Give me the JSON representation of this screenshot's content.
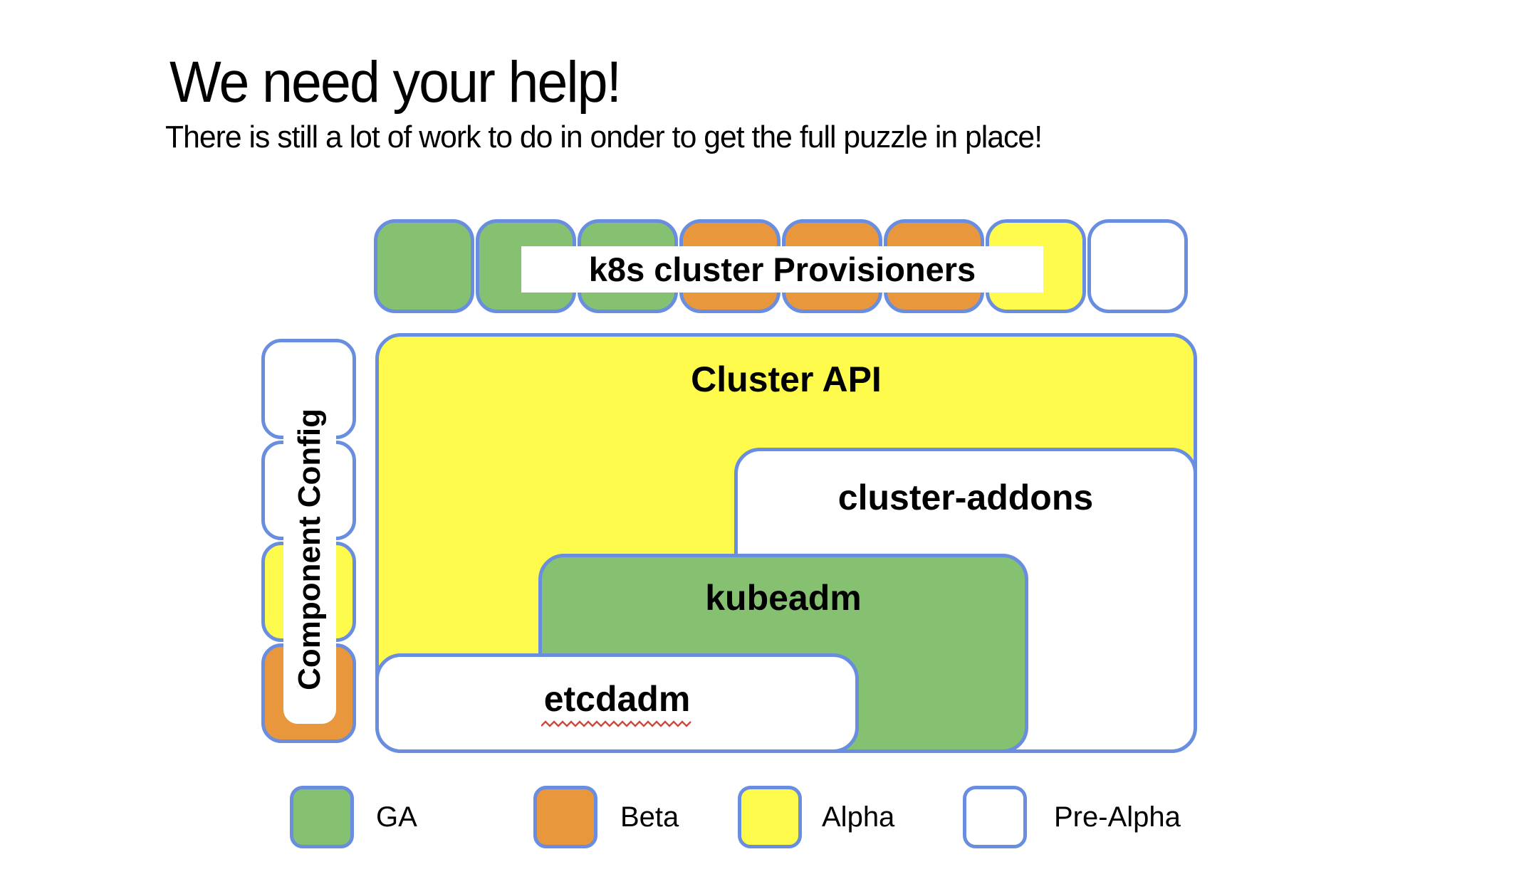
{
  "title": "We need your help!",
  "subtitle": "There is still a lot of work to do in onder to get the full puzzle in place!",
  "colors": {
    "ga": "#85C171",
    "beta": "#E9973C",
    "alpha": "#FFFB4D",
    "pre_alpha": "#FFFFFF",
    "border": "#6A8EDF",
    "squiggle": "#CE4A3F"
  },
  "provisioners": {
    "label": "k8s cluster Provisioners",
    "tiles": [
      {
        "status": "ga"
      },
      {
        "status": "ga"
      },
      {
        "status": "ga"
      },
      {
        "status": "beta"
      },
      {
        "status": "beta"
      },
      {
        "status": "beta"
      },
      {
        "status": "alpha"
      },
      {
        "status": "pre_alpha"
      }
    ]
  },
  "component_config": {
    "label": "Component Config",
    "segments": [
      {
        "status": "pre_alpha"
      },
      {
        "status": "pre_alpha"
      },
      {
        "status": "alpha"
      },
      {
        "status": "beta"
      }
    ]
  },
  "puzzle": {
    "cluster_api": {
      "label": "Cluster API",
      "status": "alpha"
    },
    "cluster_addons": {
      "label": "cluster-addons",
      "status": "pre_alpha"
    },
    "kubeadm": {
      "label": "kubeadm",
      "status": "ga"
    },
    "etcdadm": {
      "label": "etcdadm",
      "status": "pre_alpha",
      "spellcheck_squiggle": true
    }
  },
  "legend": [
    {
      "label": "GA",
      "status": "ga"
    },
    {
      "label": "Beta",
      "status": "beta"
    },
    {
      "label": "Alpha",
      "status": "alpha"
    },
    {
      "label": "Pre-Alpha",
      "status": "pre_alpha"
    }
  ]
}
